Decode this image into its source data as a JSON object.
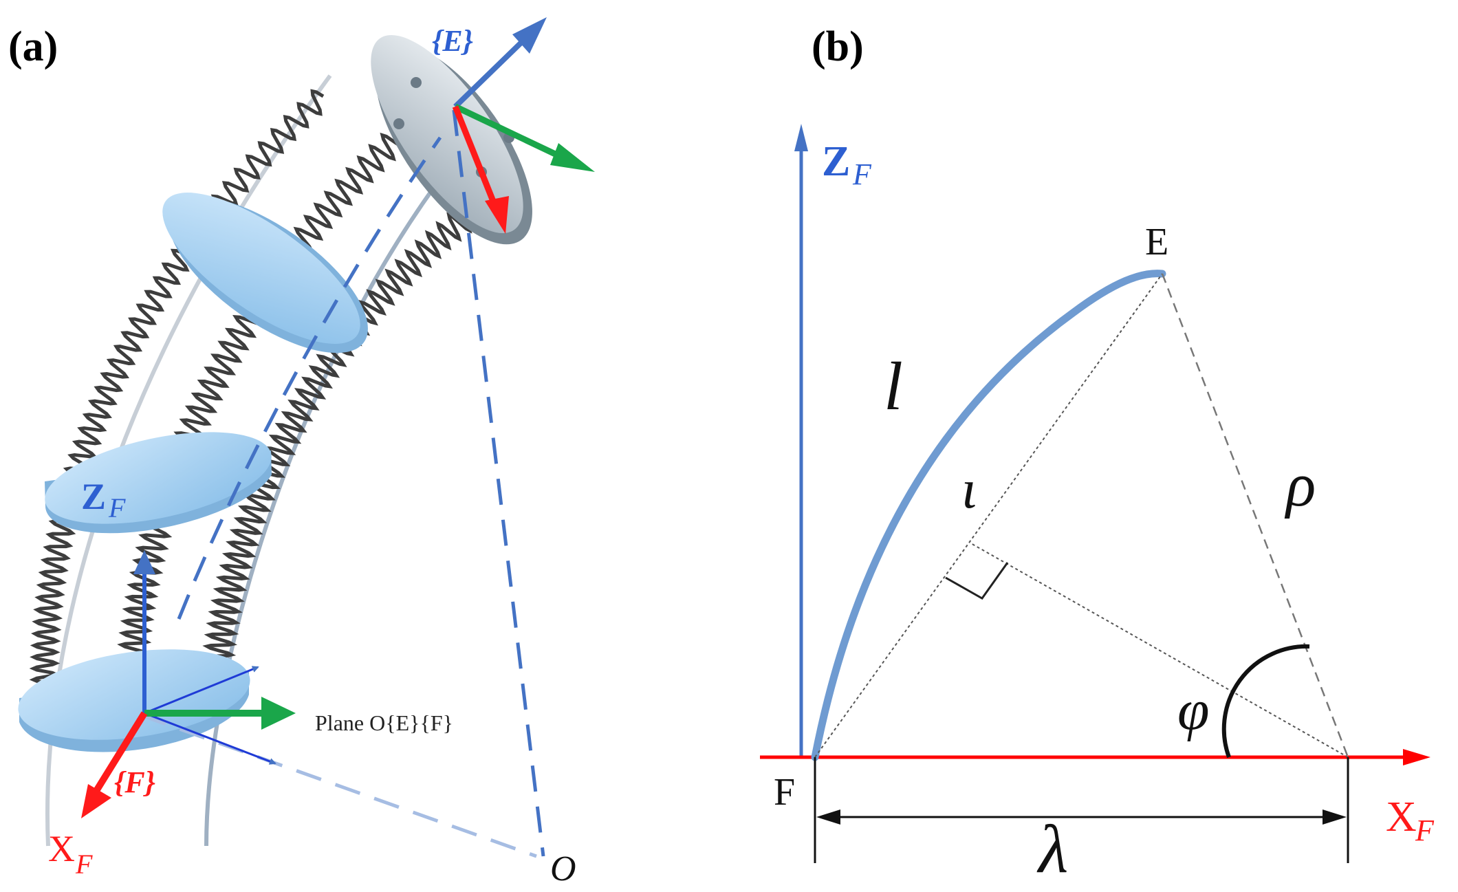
{
  "panel_a": {
    "label": "(a)",
    "frame_e": "{E}",
    "frame_f": "{F}",
    "z_f_main": "Z",
    "z_f_sub": "F",
    "x_f_main": "X",
    "x_f_sub": "F",
    "plane_label": "Plane O{E}{F}",
    "origin_label": "O"
  },
  "panel_b": {
    "label": "(b)",
    "z_f_main": "Z",
    "z_f_sub": "F",
    "x_f_main": "X",
    "x_f_sub": "F",
    "point_e": "E",
    "point_f": "F",
    "arc_length": "l",
    "chord": "ι",
    "radius": "ρ",
    "angle": "φ",
    "lambda": "λ"
  },
  "colors": {
    "blue_axis": "#4472c4",
    "red_axis": "#ff0000",
    "green_axis": "#1aa64a",
    "arc": "#6f9bd1",
    "disc": "#a9d3f2"
  }
}
